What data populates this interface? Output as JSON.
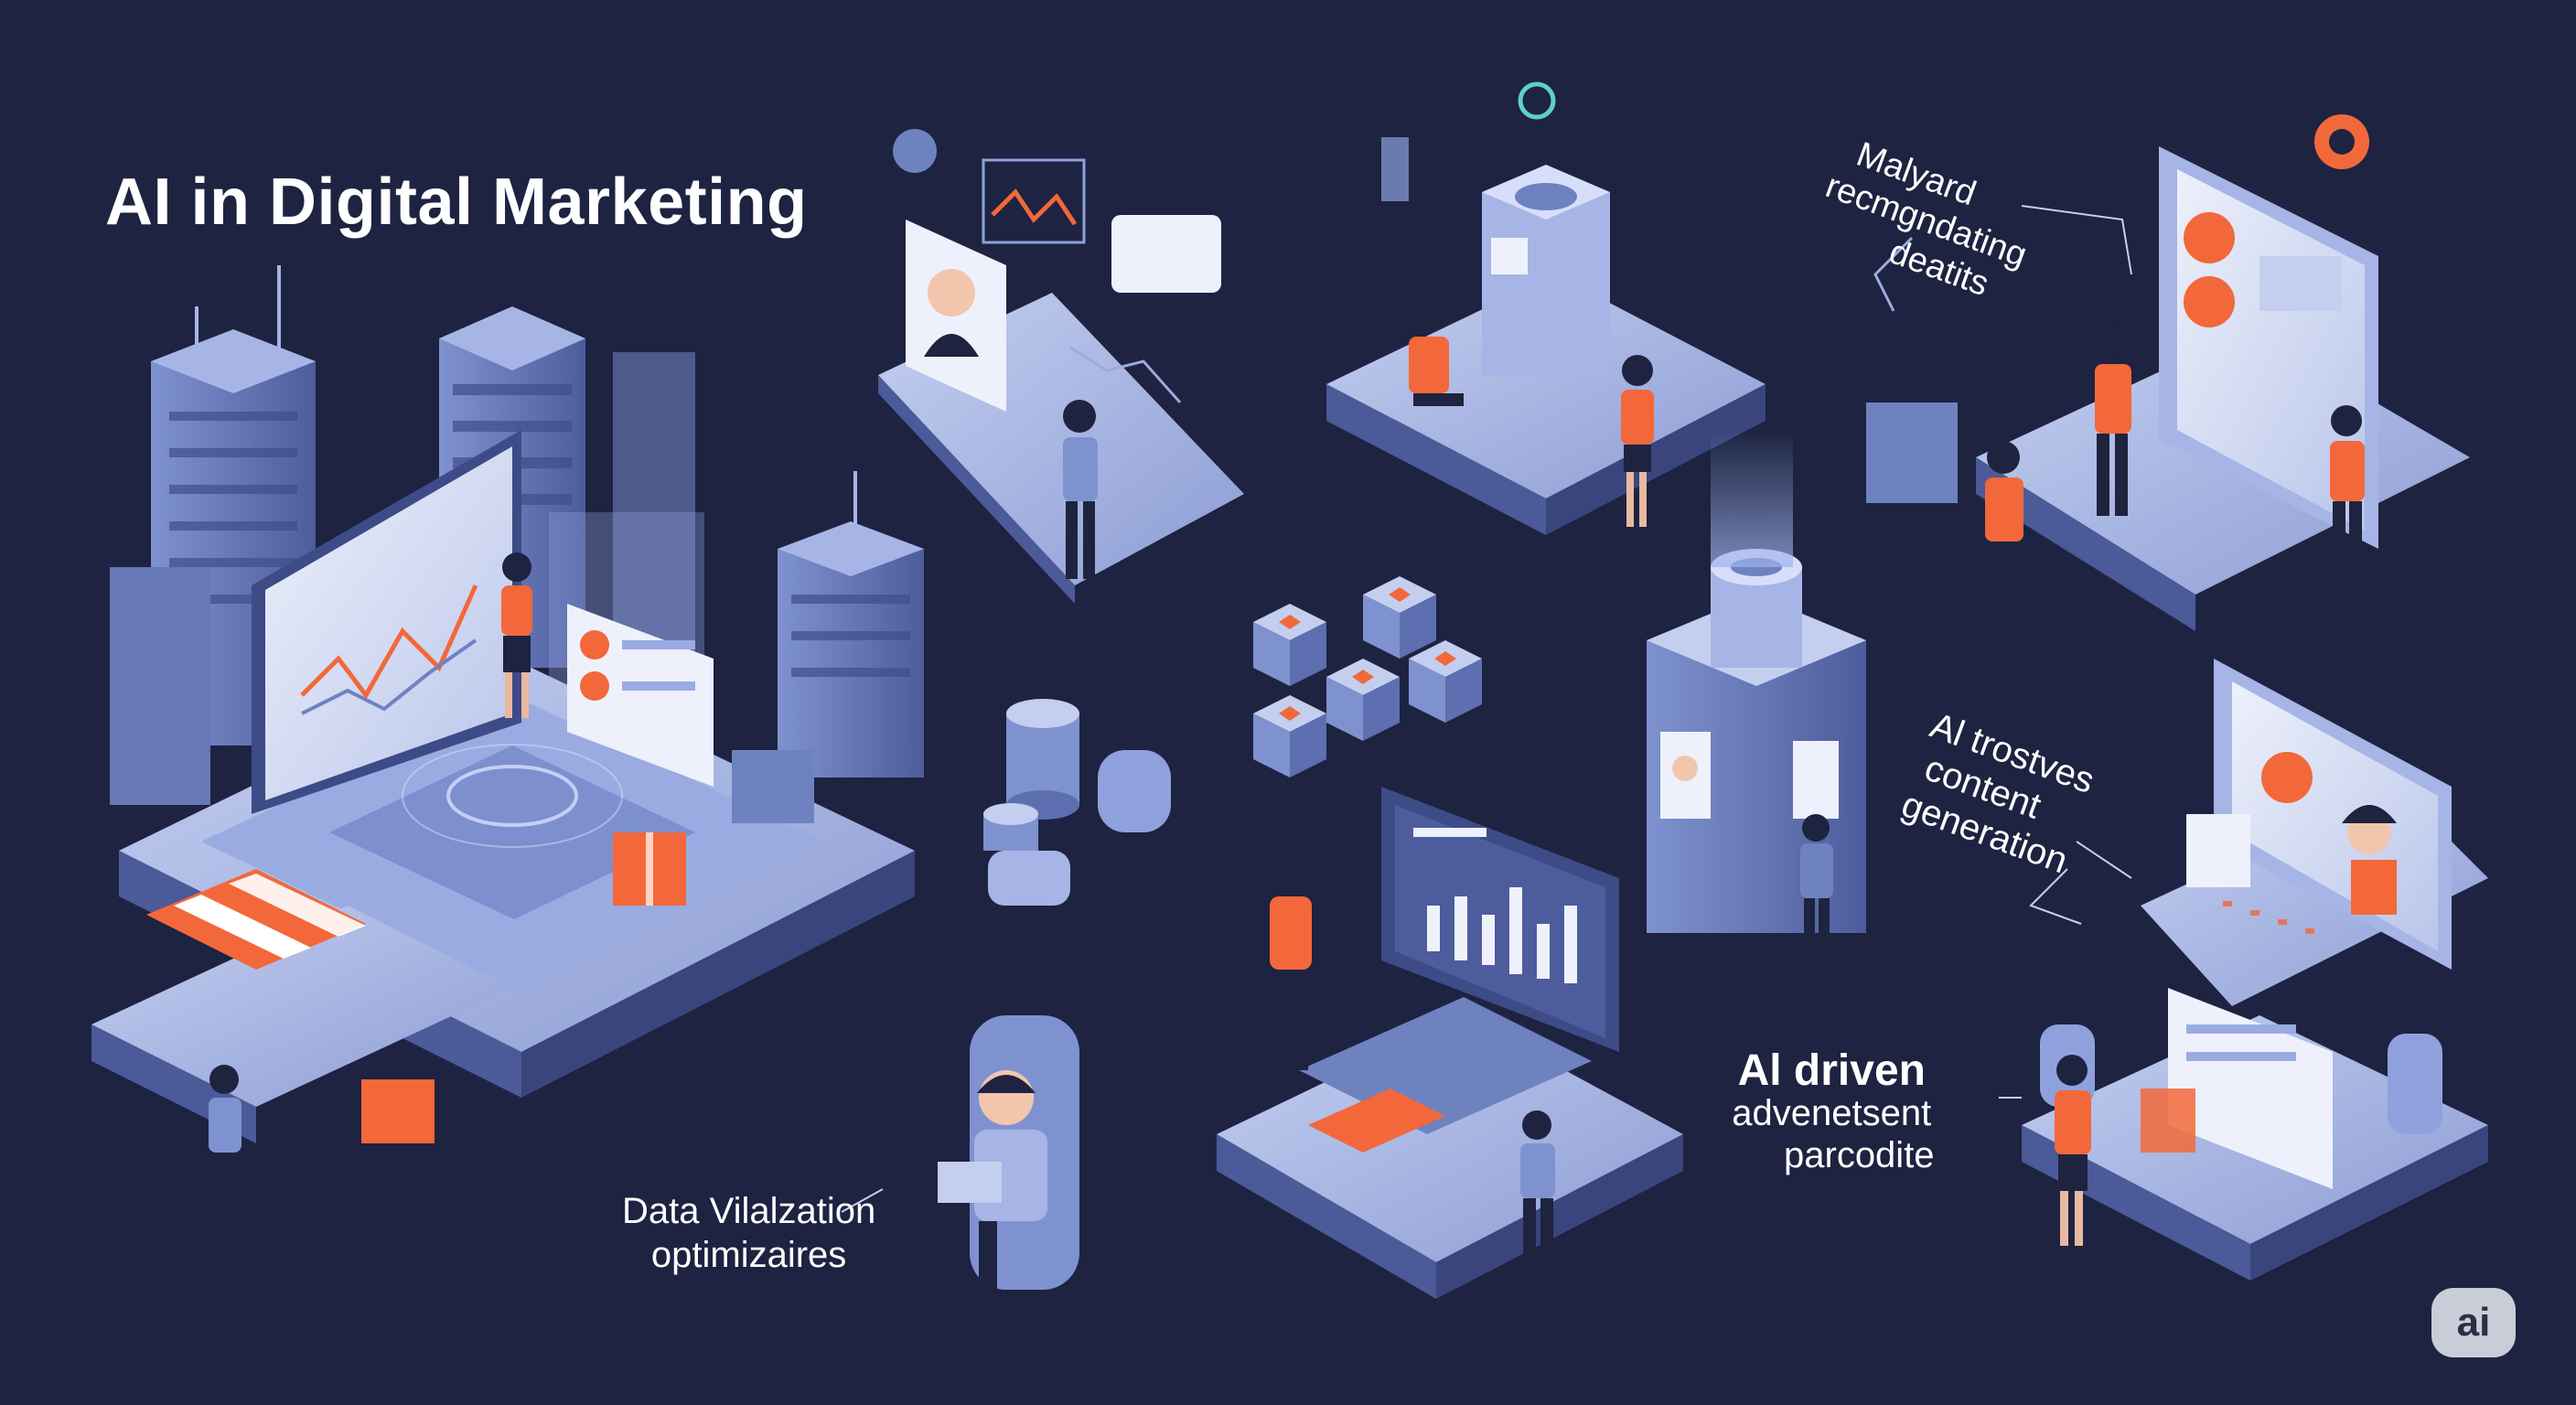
{
  "title": "AI in Digital Marketing",
  "captions": {
    "data_visualization": [
      "Data Vilalzation",
      "optimizaires"
    ],
    "recommendation": [
      "Malyard",
      "recmgndating",
      "deatits"
    ],
    "content_generation": [
      "Al trostves",
      "content",
      "generation"
    ],
    "ad_performance": [
      "Al driven",
      "advenetsent",
      "parcodite"
    ]
  },
  "badge": "ai",
  "colors": {
    "background": "#1d2340",
    "platform_light": "#a9b8e0",
    "platform_mid": "#6f82c0",
    "platform_dark": "#3d4b86",
    "accent_orange": "#f2683a",
    "text": "#ffffff"
  }
}
